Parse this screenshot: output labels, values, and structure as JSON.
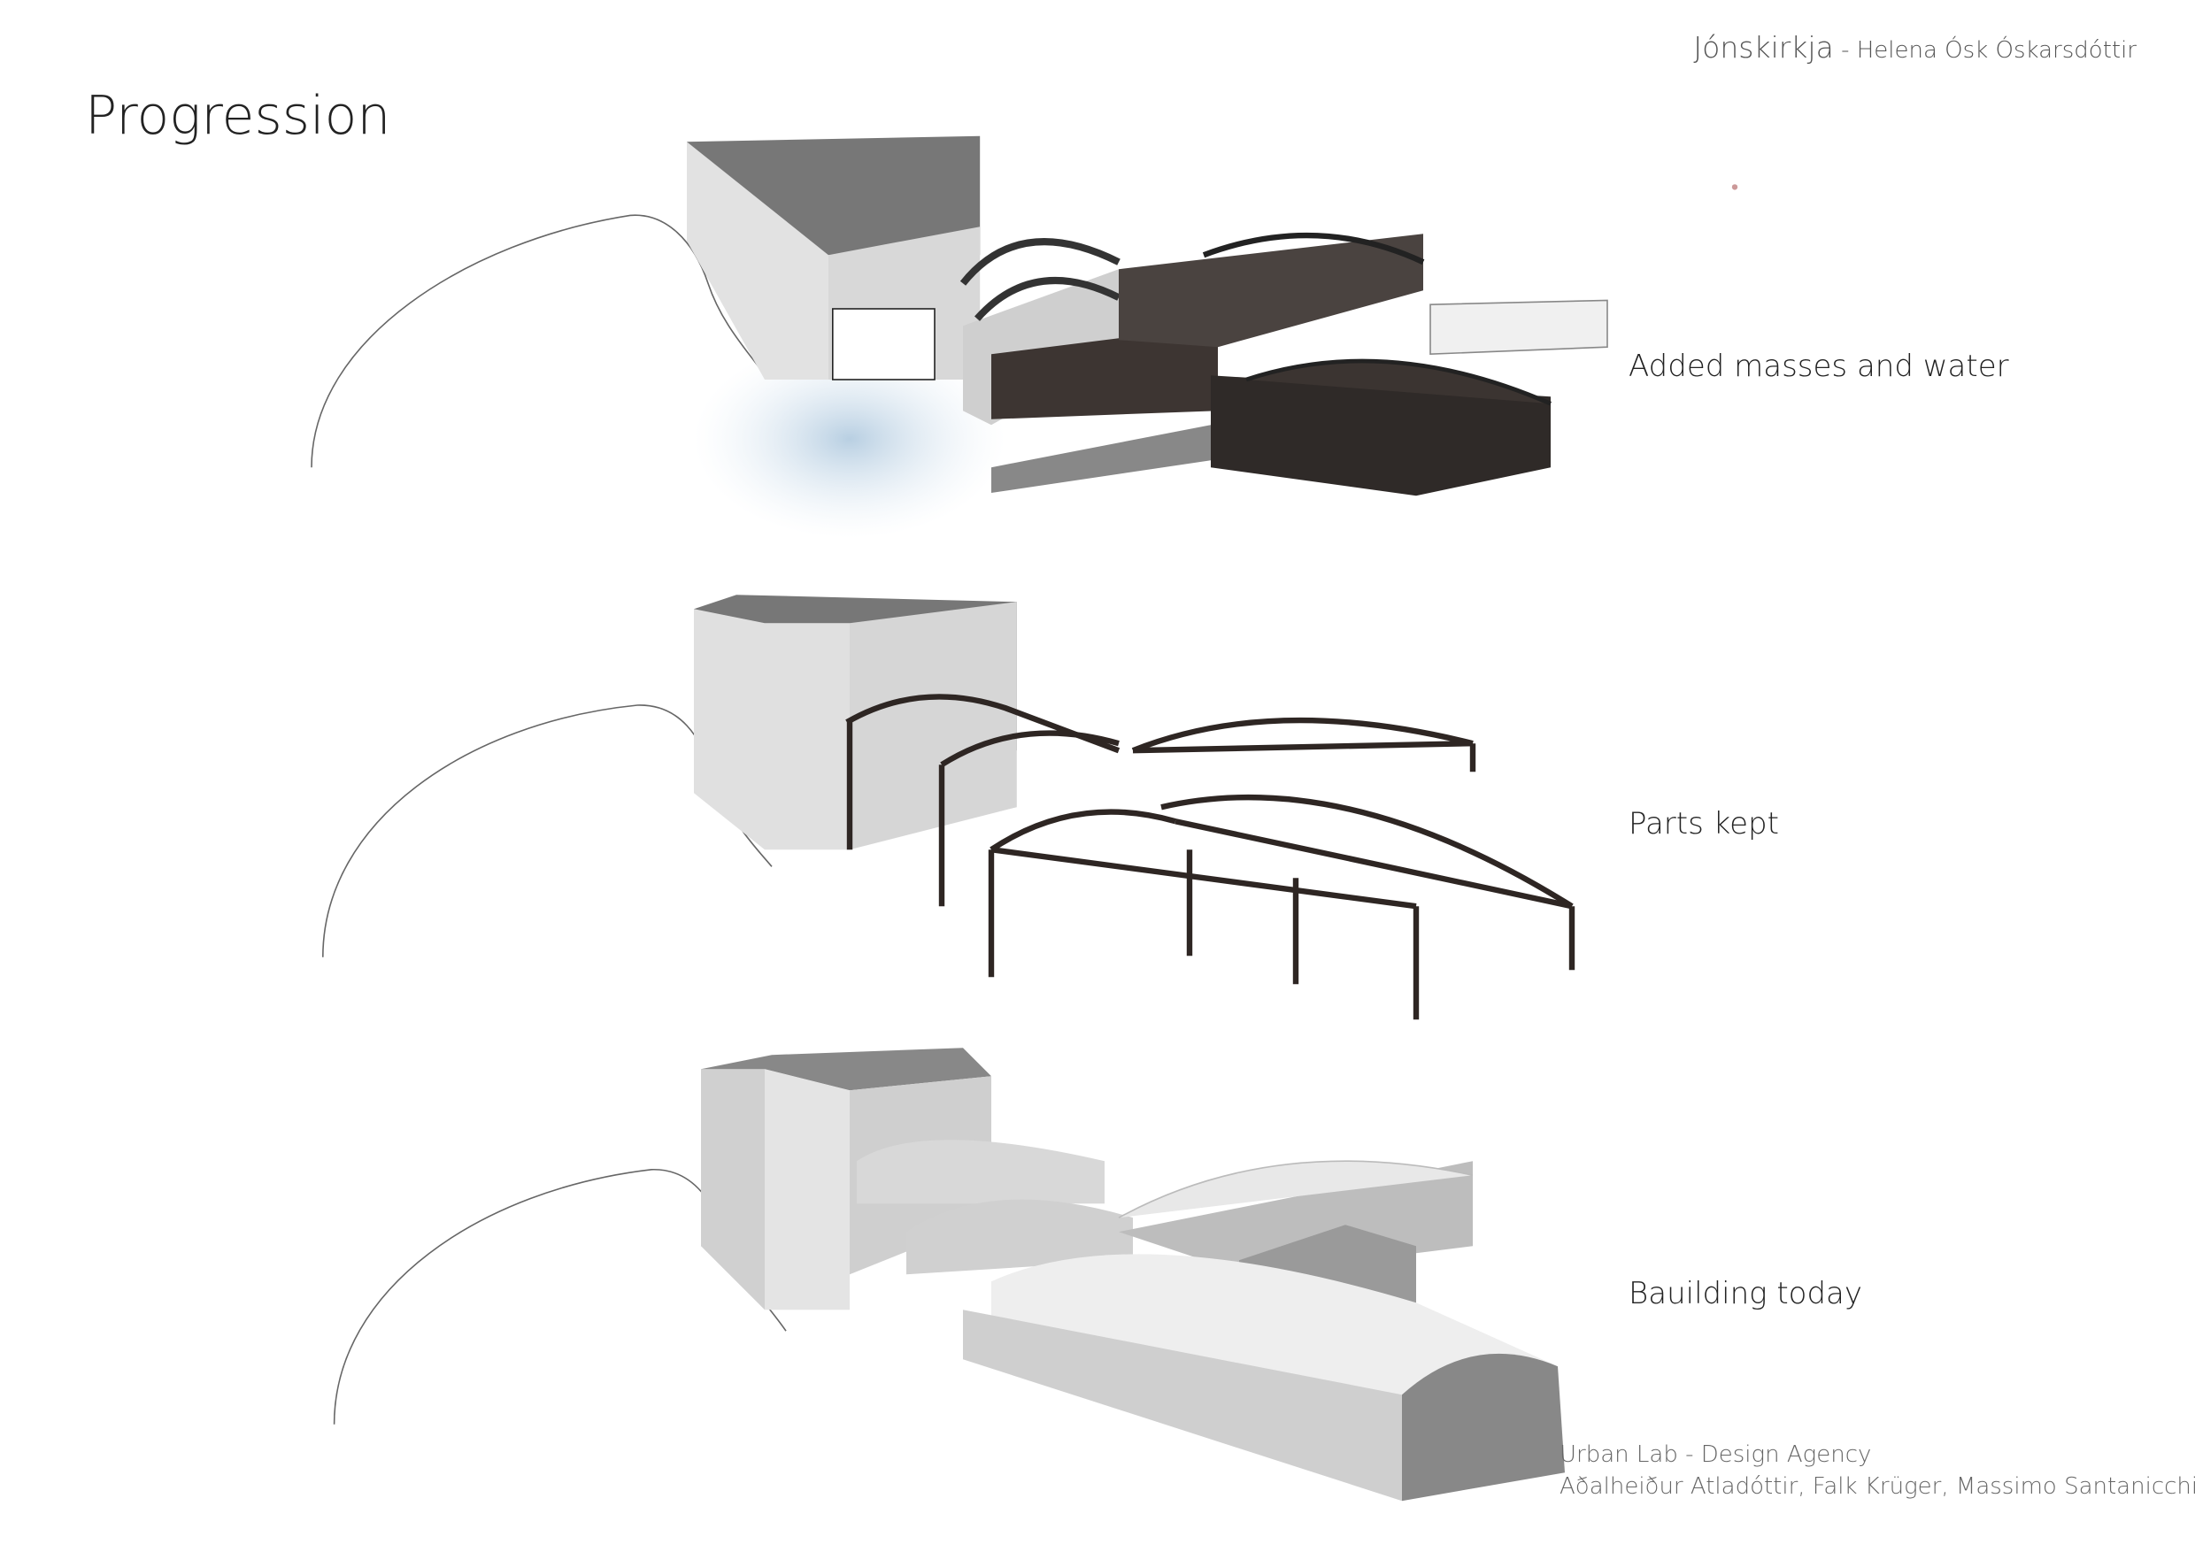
{
  "header": {
    "project": "Jónskirkja",
    "separator": " - ",
    "author": "Helena Ósk Óskarsdóttir"
  },
  "title": "Progression",
  "stages": [
    {
      "label": "Added masses and water"
    },
    {
      "label": "Parts kept"
    },
    {
      "label": "Bauilding today"
    }
  ],
  "credits": {
    "agency": "Urban Lab - Design Agency",
    "people": "Aðalheiður Atladóttir, Falk Krüger, Massimo Santanicchia"
  }
}
